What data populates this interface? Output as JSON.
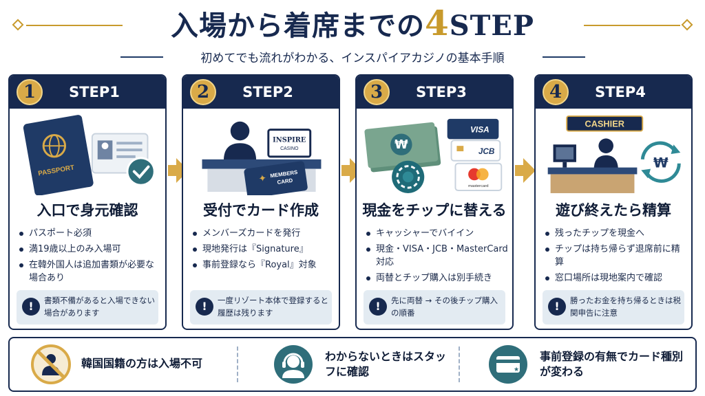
{
  "title": {
    "prefix": "入場から着席までの",
    "number": "4",
    "suffix": "STEP"
  },
  "subtitle": "初めてでも流れがわかる、インスパイアカジノの基本手順",
  "steps": [
    {
      "number": "1",
      "label": "STEP1",
      "heading": "入口で身元確認",
      "bullets": [
        "パスポート必須",
        "満19歳以上のみ入場可",
        "在韓外国人は追加書類が必要な場合あり"
      ],
      "note": "書類不備があると入場できない場合があります",
      "illustration": {
        "passport_text": "PASSPORT"
      }
    },
    {
      "number": "2",
      "label": "STEP2",
      "heading": "受付でカード作成",
      "bullets": [
        "メンバーズカードを発行",
        "現地発行は『Signature』",
        "事前登録なら『Royal』対象"
      ],
      "note": "一度リゾート本体で登録すると履歴は残ります",
      "illustration": {
        "sign_line1": "INSPIRE",
        "sign_line2": "CASINO",
        "card_line1": "MEMBERS",
        "card_line2": "CARD"
      }
    },
    {
      "number": "3",
      "label": "STEP3",
      "heading": "現金をチップに替える",
      "bullets": [
        "キャッシャーでバイイン",
        "現金・VISA・JCB・MasterCard対応",
        "両替とチップ購入は別手続き"
      ],
      "note": "先に両替 → その後チップ購入の順番",
      "illustration": {
        "visa": "VISA",
        "jcb": "JCB",
        "mastercard": "mastercard",
        "currency": "₩"
      }
    },
    {
      "number": "4",
      "label": "STEP4",
      "heading": "遊び終えたら精算",
      "bullets": [
        "残ったチップを現金へ",
        "チップは持ち帰らず退席前に精算",
        "窓口場所は現地案内で確認"
      ],
      "note": "勝ったお金を持ち帰るときは税関申告に注意",
      "illustration": {
        "sign": "CASHIER",
        "currency": "₩"
      }
    }
  ],
  "footer": [
    {
      "text": "韓国国籍の方は入場不可",
      "icon": "no-entry-person-icon"
    },
    {
      "text": "わからないときはスタッフに確認",
      "icon": "headset-staff-icon"
    },
    {
      "text": "事前登録の有無でカード種別が変わる",
      "icon": "member-card-icon"
    }
  ],
  "colors": {
    "navy": "#17294f",
    "gold": "#d9aa48",
    "note_bg": "#e3ebf2",
    "teal": "#2f6e7a"
  }
}
